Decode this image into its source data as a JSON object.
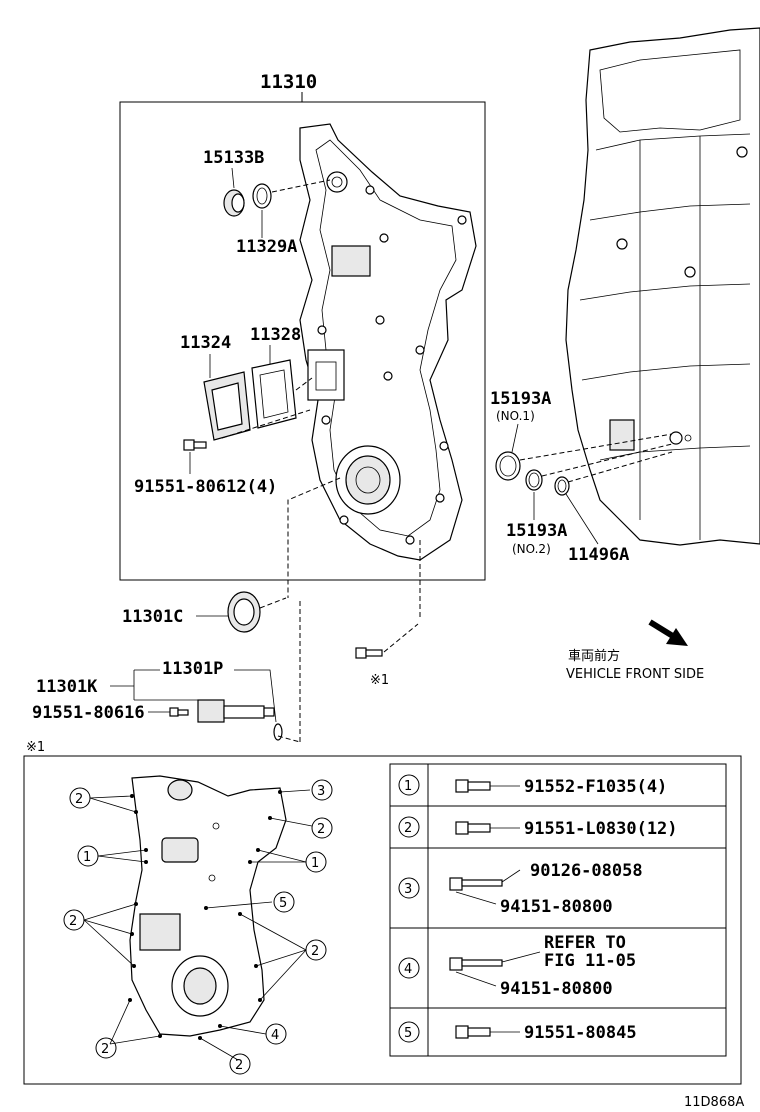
{
  "parts": {
    "p11310": "11310",
    "p15133b": "15133B",
    "p11329a": "11329A",
    "p11324": "11324",
    "p11328": "11328",
    "p91551_80612": "91551-80612(4)",
    "p15193a_1": "15193A",
    "no1": "(NO.1)",
    "p15193a_2": "15193A",
    "no2": "(NO.2)",
    "p11496a": "11496A",
    "p11301c": "11301C",
    "p11301p": "11301P",
    "p11301k": "11301K",
    "p91551_80616": "91551-80616",
    "star1": "※1",
    "star1_box": "※1"
  },
  "direction": {
    "jp": "車両前方",
    "en": "VEHICLE FRONT SIDE"
  },
  "callouts": {
    "c1": "1",
    "c2": "2",
    "c3": "3",
    "c4": "4",
    "c5": "5"
  },
  "legend": {
    "row1": {
      "num": "1",
      "part": "91552-F1035(4)"
    },
    "row2": {
      "num": "2",
      "part": "91551-L0830(12)"
    },
    "row3": {
      "num": "3",
      "part_a": "90126-08058",
      "part_b": "94151-80800"
    },
    "row4": {
      "num": "4",
      "ref1": "REFER TO",
      "ref2": "FIG 11-05",
      "part_b": "94151-80800"
    },
    "row5": {
      "num": "5",
      "part": "91551-80845"
    }
  },
  "figure_id": "11D868A"
}
